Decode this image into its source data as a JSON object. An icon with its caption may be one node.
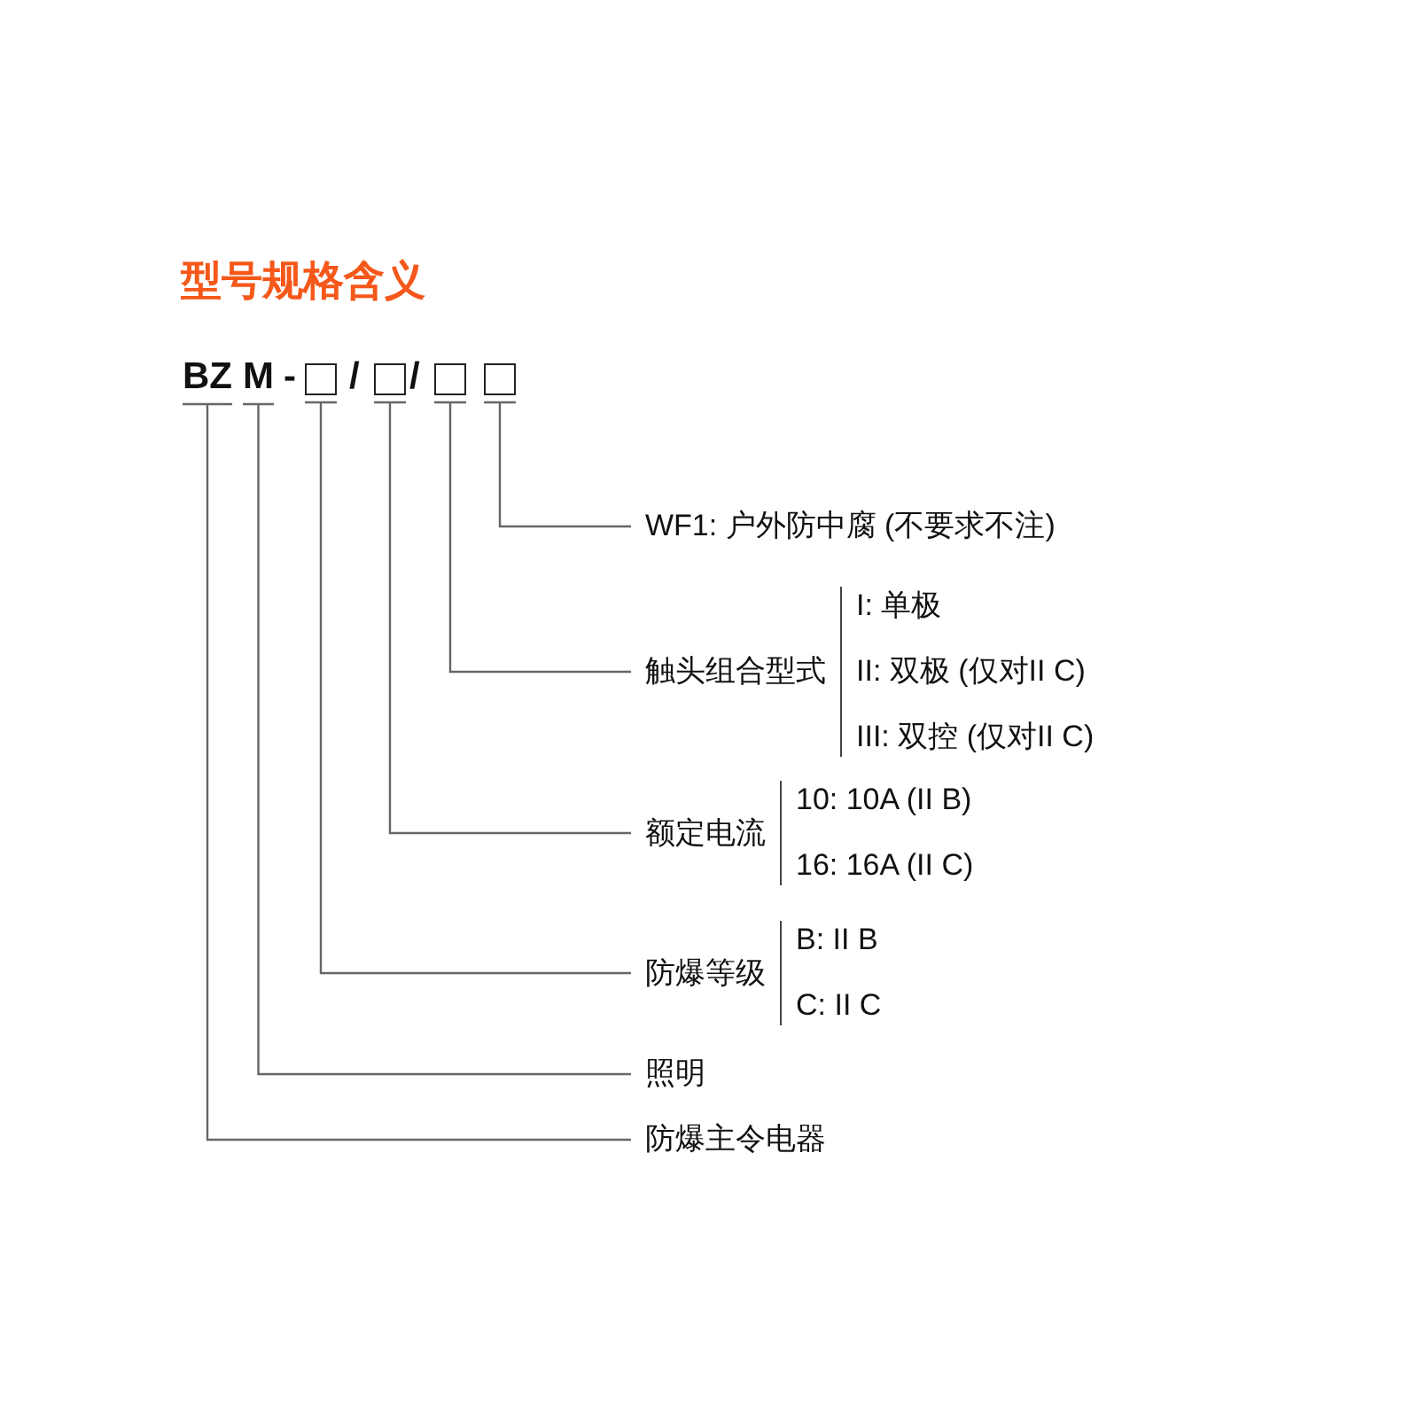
{
  "diagram": {
    "title": "型号规格含义",
    "nodes": [
      {
        "text": [
          "BZ"
        ]
      },
      {
        "text": [
          "M"
        ]
      },
      {
        "text": [],
        "shape": "box"
      },
      {
        "text": [],
        "shape": "box"
      },
      {
        "text": [],
        "shape": "box"
      },
      {
        "text": [],
        "shape": "box"
      },
      {
        "text": [
          "WF1: 户外防中腐 (不要求不注)"
        ]
      },
      {
        "text": [
          "触头组合型式"
        ],
        "beside": [
          "I: 单极",
          "II: 双极 (仅对II C)",
          "III: 双控 (仅对II C)"
        ]
      },
      {
        "text": [
          "额定电流"
        ],
        "beside": [
          "10: 10A (II B)",
          "16: 16A (II C)"
        ]
      },
      {
        "text": [
          "防爆等级"
        ],
        "beside": [
          "B: II B",
          "C: II C"
        ]
      },
      {
        "text": [
          "照明"
        ]
      },
      {
        "text": [
          "防爆主令电器"
        ]
      }
    ],
    "edges": [
      {
        "from": 5,
        "to": 6,
        "arrow": "none"
      },
      {
        "from": 4,
        "to": 7,
        "arrow": "none"
      },
      {
        "from": 3,
        "to": 8,
        "arrow": "none"
      },
      {
        "from": 2,
        "to": 9,
        "arrow": "none"
      },
      {
        "from": 1,
        "to": 10,
        "arrow": "none"
      },
      {
        "from": 0,
        "to": 11,
        "arrow": "none"
      }
    ],
    "labels": [
      "-",
      "/",
      "/"
    ]
  }
}
